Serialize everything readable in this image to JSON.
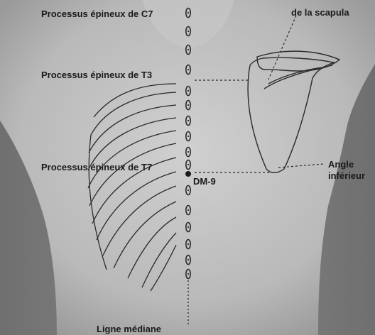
{
  "labels": {
    "c7": "Processus épineux de C7",
    "t3": "Processus épineux de T3",
    "t7": "Processus épineux de T7",
    "scapula": "de la scapula",
    "angle_line1": "Angle",
    "angle_line2": "inférieur",
    "dm9": "DM-9",
    "median": "Ligne médiane"
  },
  "colors": {
    "background": "#7c7c7c",
    "skin": "#bdbdbd",
    "ink": "#1a1a1a",
    "outline": "#2a2a2a"
  },
  "icons": {
    "vertebrae": "spinous-process-ovals",
    "ribs": "rib-cage-lines",
    "scapula": "scapula-outline",
    "point": "acupoint-dot"
  }
}
